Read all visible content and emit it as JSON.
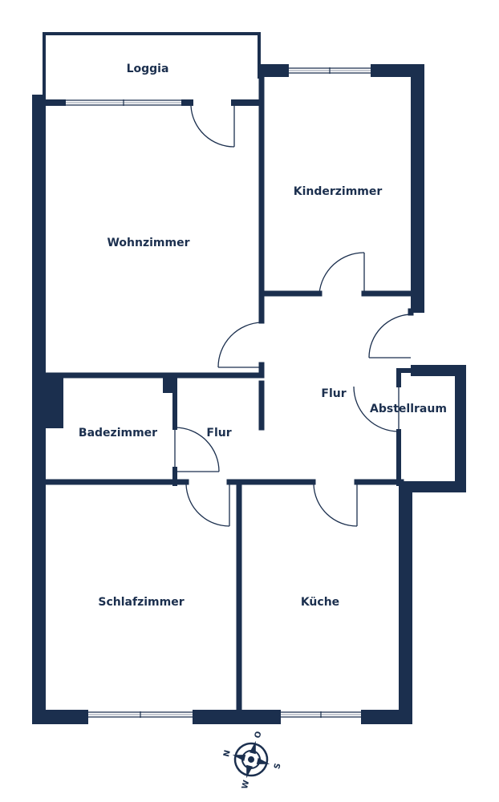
{
  "colors": {
    "wall": "#1b2f4e",
    "background": "#ffffff"
  },
  "rooms": {
    "loggia": "Loggia",
    "wohnzimmer": "Wohnzimmer",
    "kinderzimmer": "Kinderzimmer",
    "flur_main": "Flur",
    "abstellraum": "Abstellraum",
    "badezimmer": "Badezimmer",
    "flur_small": "Flur",
    "schlafzimmer": "Schlafzimmer",
    "kueche": "Küche"
  },
  "compass": {
    "north": "N",
    "east": "O",
    "south": "S",
    "west": "W"
  }
}
